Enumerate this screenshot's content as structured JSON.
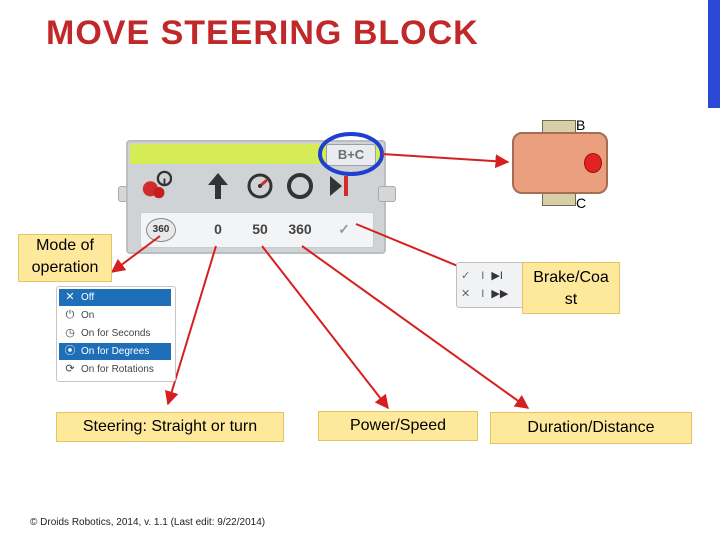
{
  "slide": {
    "title": "MOVE STEERING BLOCK",
    "footer": "© Droids Robotics, 2014, v. 1.1 (Last edit: 9/22/2014)",
    "accent_color": "#c0282a",
    "side_bar_color": "#2b48d6"
  },
  "motor": {
    "port_top": "B",
    "port_bottom": "C",
    "body_color": "#eaa07e"
  },
  "block": {
    "port_selector": "B+C",
    "icons": [
      "steering-wheel-icon",
      "up-arrow-icon",
      "speedometer-icon",
      "rotation-icon",
      "brake-icon"
    ],
    "mode_badge": "360",
    "params": {
      "steering": "0",
      "power": "50",
      "degrees": "360",
      "brake": "✓"
    }
  },
  "mode_menu": {
    "items": [
      {
        "icon": "✕",
        "label": "Off",
        "selected": true
      },
      {
        "icon": "⏻",
        "label": "On",
        "selected": false
      },
      {
        "icon": "◷",
        "label": "On for Seconds",
        "selected": false
      },
      {
        "icon": "⦿",
        "label": "On for Degrees",
        "selected": true
      },
      {
        "icon": "⟳",
        "label": "On for Rotations",
        "selected": false
      }
    ]
  },
  "brake_menu": {
    "rows": [
      {
        "check": "✓",
        "label": "I",
        "glyph": "▶I"
      },
      {
        "check": "✕",
        "label": "I",
        "glyph": "▶▶"
      }
    ]
  },
  "labels": {
    "mode_of_operation": [
      "Mode of",
      "operation"
    ],
    "brake_coast": [
      "Brake/Coa",
      "st"
    ],
    "steering": "Steering: Straight or turn",
    "power": "Power/Speed",
    "duration": "Duration/Distance"
  }
}
